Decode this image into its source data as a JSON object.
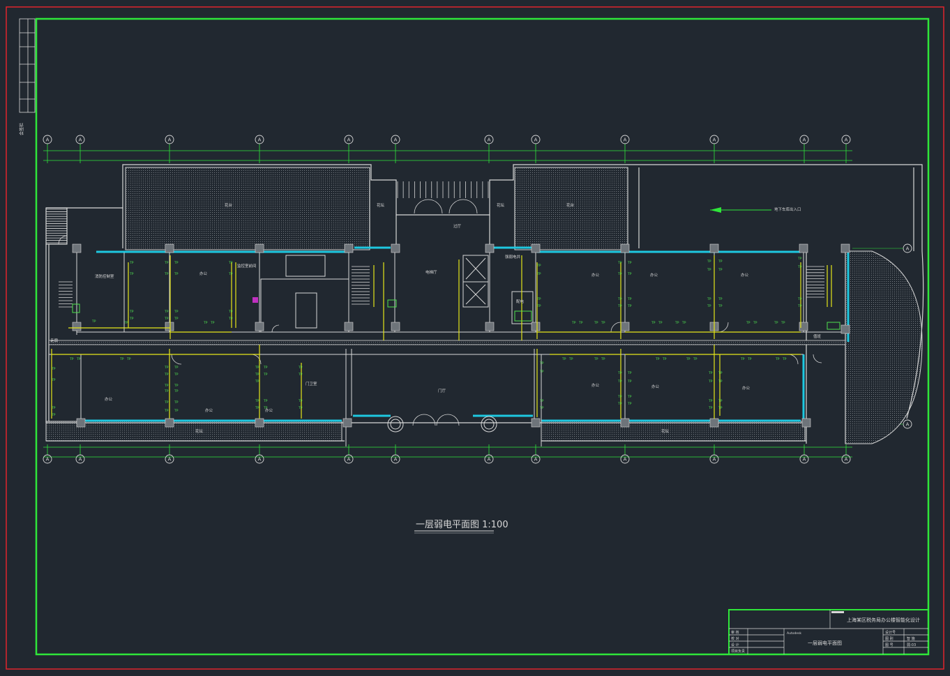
{
  "colors": {
    "background": "#212830",
    "outer_frame": "#e0242c",
    "inner_frame": "#2fe63a",
    "wall": "#d8d8d8",
    "window": "#1ec8e0",
    "cable": "#e6e619",
    "outlet": "#4ee04e",
    "grid": "#2fe63a",
    "accent": "#c030c0"
  },
  "axis_labels": {
    "top": [
      "A",
      "A",
      "A",
      "A",
      "A",
      "A",
      "A",
      "A",
      "A",
      "A",
      "A",
      "A",
      "A"
    ],
    "bottom": [
      "A",
      "A",
      "A",
      "A",
      "A",
      "A",
      "A",
      "A",
      "A",
      "A",
      "A",
      "A",
      "A"
    ],
    "right": [
      "A",
      "A",
      "A",
      "A"
    ]
  },
  "rooms": [
    {
      "name": "花台"
    },
    {
      "name": "花坛"
    },
    {
      "name": "花坛"
    },
    {
      "name": "花台"
    },
    {
      "name": "过厅"
    },
    {
      "name": "地下车库出入口"
    },
    {
      "name": "消防控制室"
    },
    {
      "name": "办公"
    },
    {
      "name": "监控室前间"
    },
    {
      "name": "电梯厅"
    },
    {
      "name": "强弱电井"
    },
    {
      "name": "配电"
    },
    {
      "name": "办公"
    },
    {
      "name": "办公"
    },
    {
      "name": "办公"
    },
    {
      "name": "值班"
    },
    {
      "name": "走廊"
    },
    {
      "name": "办公"
    },
    {
      "name": "办公"
    },
    {
      "name": "门卫室"
    },
    {
      "name": "办公"
    },
    {
      "name": "门厅"
    },
    {
      "name": "办公"
    },
    {
      "name": "办公"
    },
    {
      "name": "办公"
    },
    {
      "name": "花坛"
    },
    {
      "name": "花坛"
    }
  ],
  "outlet_label": "TP",
  "drawing_title": "一层弱电平面图 1:100",
  "title_block": {
    "project": "上海某区税务局办公楼智能化设计",
    "drawing_name": "一层弱电平面图",
    "header_mark": "Autodesk",
    "left_rows": [
      "审 核",
      "校 对",
      "设 计",
      "项目负责"
    ],
    "right_rows": [
      "设计号",
      "图 别",
      "图 号"
    ],
    "right_values": [
      "",
      "智 施",
      "弱-03"
    ]
  },
  "left_strip_label": "会签栏"
}
